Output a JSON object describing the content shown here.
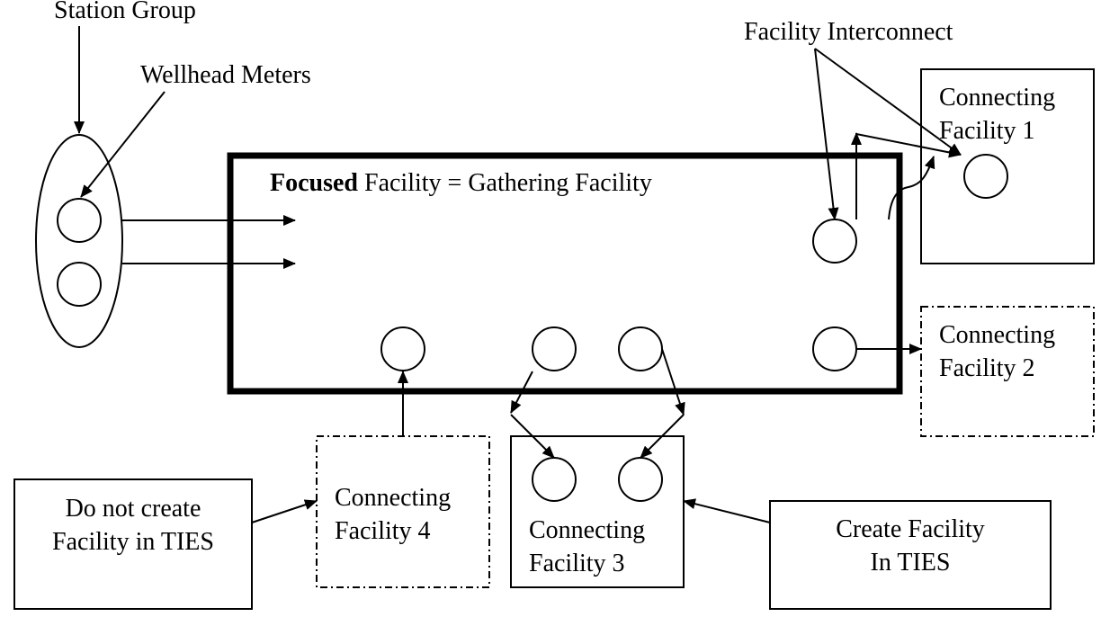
{
  "diagram": {
    "labels": {
      "station_group": "Station Group",
      "wellhead_meters": "Wellhead Meters",
      "facility_interconnect": "Facility Interconnect",
      "focused_bold": "Focused",
      "focused_rest": " Facility = Gathering Facility"
    },
    "connecting_facilities": [
      {
        "line1": "Connecting",
        "line2": "Facility 1",
        "border": "solid"
      },
      {
        "line1": "Connecting",
        "line2": "Facility 2",
        "border": "dash-dot"
      },
      {
        "line1": "Connecting",
        "line2": "Facility 3",
        "border": "solid"
      },
      {
        "line1": "Connecting",
        "line2": "Facility 4",
        "border": "dash-dot"
      }
    ],
    "notes": {
      "do_not_create": {
        "line1": "Do not create",
        "line2": "Facility in TIES"
      },
      "create": {
        "line1": "Create Facility",
        "line2": "In TIES"
      }
    },
    "colors": {
      "stroke": "#000000",
      "background": "#ffffff"
    }
  }
}
